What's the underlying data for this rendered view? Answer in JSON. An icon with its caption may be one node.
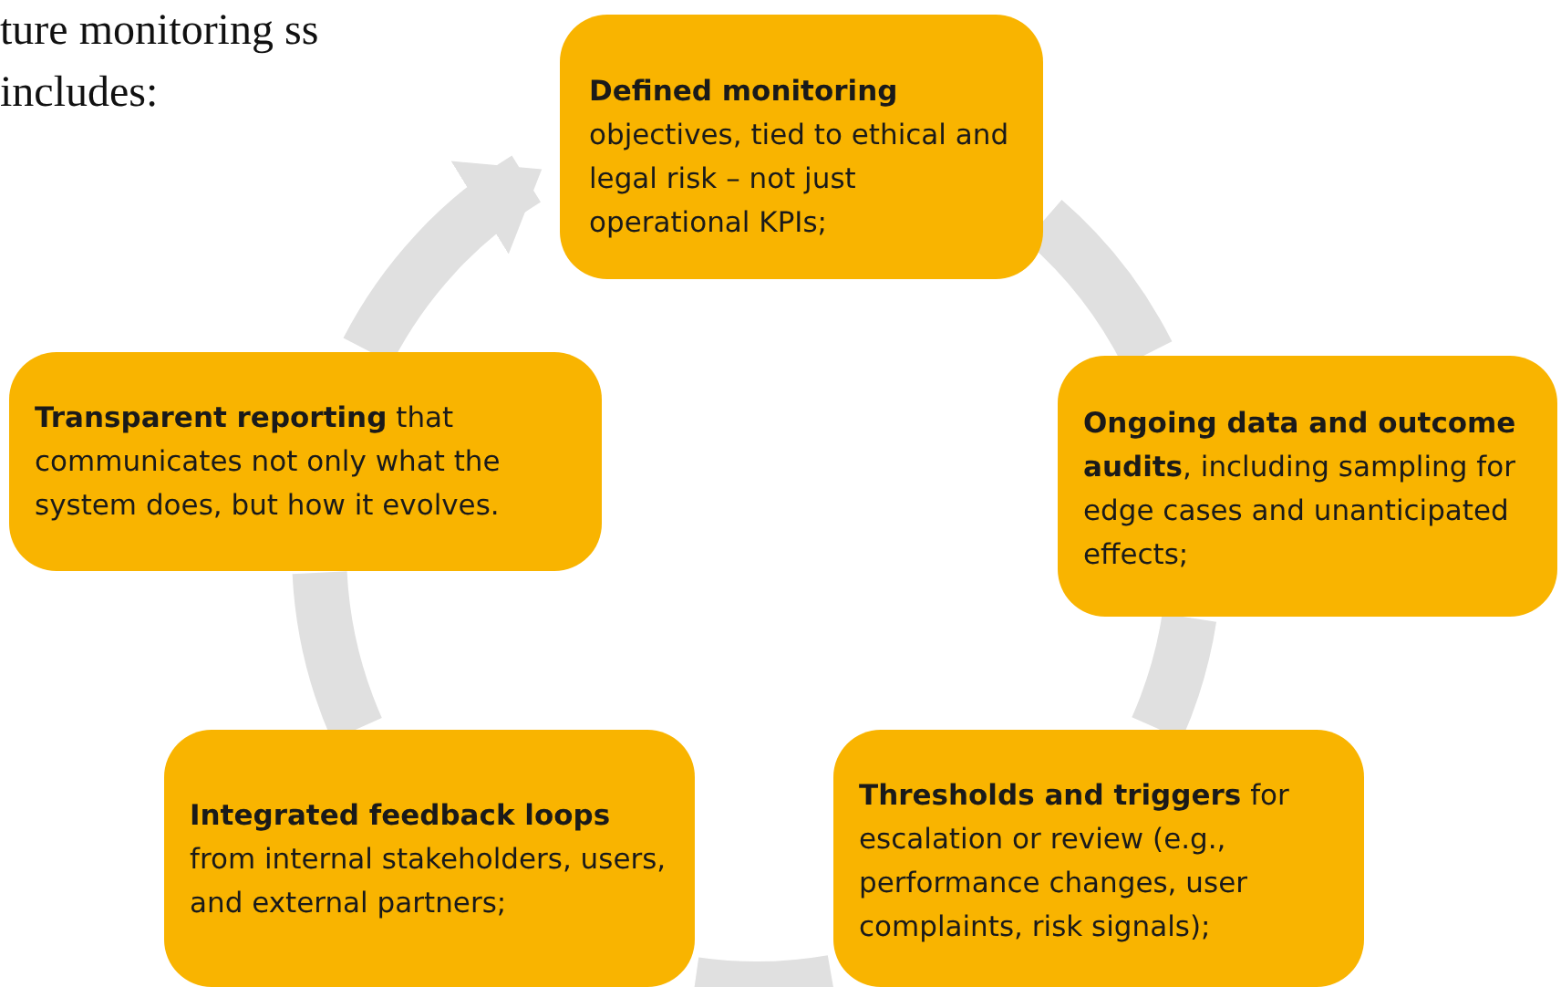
{
  "diagram": {
    "nodes": [
      {
        "text": [
          "**Defined monitoring** objectives, tied to ethical and legal risk – not just operational KPIs;"
        ]
      },
      {
        "text": [
          "**Ongoing data and outcome audits**, including sampling for edge cases and unanticipated effects;"
        ]
      },
      {
        "text": [
          "**Thresholds and triggers** for escalation or review (e.g., performance changes, user complaints, risk signals);"
        ]
      },
      {
        "text": [
          "**Integrated feedback loops** from internal stakeholders, users, and external partners;"
        ]
      },
      {
        "text": [
          "**Transparent reporting** that communicates not only what the system does, but how it evolves."
        ]
      }
    ],
    "edges": [
      {
        "from": 0,
        "to": 1,
        "arrow": "none"
      },
      {
        "from": 1,
        "to": 2,
        "arrow": "none"
      },
      {
        "from": 2,
        "to": 3,
        "arrow": "none"
      },
      {
        "from": 3,
        "to": 4,
        "arrow": "none"
      },
      {
        "from": 4,
        "to": 0,
        "arrow": "to"
      }
    ],
    "labels": [
      "ture monitoring ss includes:"
    ]
  }
}
